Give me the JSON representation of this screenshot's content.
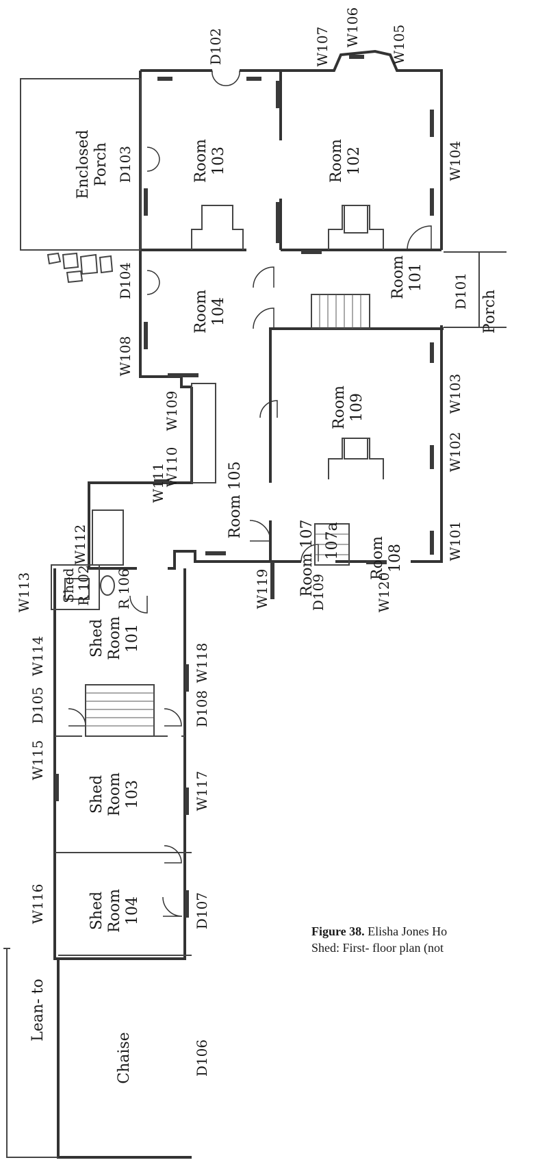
{
  "rooms": {
    "enclosed_porch": {
      "l1": "Enclosed",
      "l2": "Porch"
    },
    "room103": {
      "l1": "Room",
      "l2": "103"
    },
    "room102": {
      "l1": "Room",
      "l2": "102"
    },
    "room104": {
      "l1": "Room",
      "l2": "104"
    },
    "room101": {
      "l1": "Room",
      "l2": "101"
    },
    "porch": "Porch",
    "room109": {
      "l1": "Room",
      "l2": "109"
    },
    "room105": "Room 105",
    "room107": "Room 107",
    "room107a": "107a",
    "room108": {
      "l1": "Room",
      "l2": "108"
    },
    "shed_r102": {
      "l1": "Shed",
      "l2": "R 102"
    },
    "r106": "R 106",
    "shed_room101": {
      "l1": "Shed",
      "l2": "Room",
      "l3": "101"
    },
    "shed_room103": {
      "l1": "Shed",
      "l2": "Room",
      "l3": "103"
    },
    "shed_room104": {
      "l1": "Shed",
      "l2": "Room",
      "l3": "104"
    },
    "chaise": "Chaise",
    "lean_to": "Lean- to"
  },
  "doors": {
    "d101": "D101",
    "d102": "D102",
    "d103": "D103",
    "d104": "D104",
    "d105": "D105",
    "d106": "D106",
    "d107": "D107",
    "d108": "D108",
    "d109": "D109"
  },
  "windows": {
    "w101": "W101",
    "w102": "W102",
    "w103": "W103",
    "w104": "W104",
    "w105": "W105",
    "w106": "W106",
    "w107": "W107",
    "w108": "W108",
    "w109": "W109",
    "w110": "W110",
    "w111": "W111",
    "w112": "W112",
    "w113": "W113",
    "w114": "W114",
    "w115": "W115",
    "w116": "W116",
    "w117": "W117",
    "w118": "W118",
    "w119": "W119",
    "w120": "W120"
  },
  "caption": {
    "figure": "Figure 38.",
    "line1": "Elisha Jones Ho",
    "line2": "Shed: First- floor plan (not"
  }
}
